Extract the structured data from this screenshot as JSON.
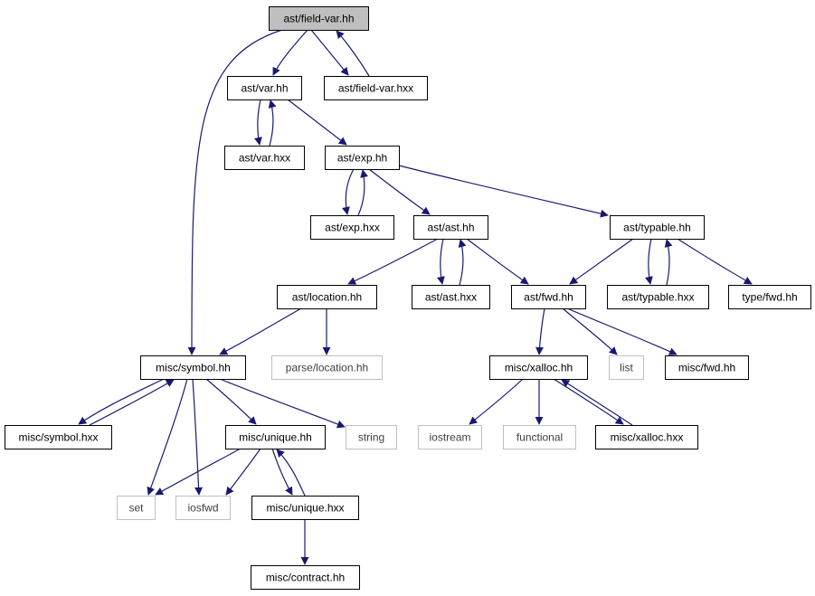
{
  "diagram": {
    "type": "include-dependency-graph",
    "colors": {
      "edge": "#191970",
      "root_fill": "#bfbfbf",
      "node_border": "#000000",
      "external_border": "#bfbfbf",
      "external_text": "#404040"
    },
    "nodes": [
      {
        "id": "field_var_hh",
        "label": "ast/field-var.hh",
        "kind": "root"
      },
      {
        "id": "var_hh",
        "label": "ast/var.hh",
        "kind": "file"
      },
      {
        "id": "field_var_hxx",
        "label": "ast/field-var.hxx",
        "kind": "file"
      },
      {
        "id": "var_hxx",
        "label": "ast/var.hxx",
        "kind": "file"
      },
      {
        "id": "exp_hh",
        "label": "ast/exp.hh",
        "kind": "file"
      },
      {
        "id": "exp_hxx",
        "label": "ast/exp.hxx",
        "kind": "file"
      },
      {
        "id": "ast_hh",
        "label": "ast/ast.hh",
        "kind": "file"
      },
      {
        "id": "typable_hh",
        "label": "ast/typable.hh",
        "kind": "file"
      },
      {
        "id": "location_hh",
        "label": "ast/location.hh",
        "kind": "file"
      },
      {
        "id": "ast_hxx",
        "label": "ast/ast.hxx",
        "kind": "file"
      },
      {
        "id": "fwd_hh",
        "label": "ast/fwd.hh",
        "kind": "file"
      },
      {
        "id": "typable_hxx",
        "label": "ast/typable.hxx",
        "kind": "file"
      },
      {
        "id": "type_fwd_hh",
        "label": "type/fwd.hh",
        "kind": "file"
      },
      {
        "id": "symbol_hh",
        "label": "misc/symbol.hh",
        "kind": "file"
      },
      {
        "id": "parse_location_hh",
        "label": "parse/location.hh",
        "kind": "external"
      },
      {
        "id": "xalloc_hh",
        "label": "misc/xalloc.hh",
        "kind": "file"
      },
      {
        "id": "list",
        "label": "list",
        "kind": "external"
      },
      {
        "id": "misc_fwd_hh",
        "label": "misc/fwd.hh",
        "kind": "file"
      },
      {
        "id": "symbol_hxx",
        "label": "misc/symbol.hxx",
        "kind": "file"
      },
      {
        "id": "unique_hh",
        "label": "misc/unique.hh",
        "kind": "file"
      },
      {
        "id": "string",
        "label": "string",
        "kind": "external"
      },
      {
        "id": "iostream",
        "label": "iostream",
        "kind": "external"
      },
      {
        "id": "functional",
        "label": "functional",
        "kind": "external"
      },
      {
        "id": "xalloc_hxx",
        "label": "misc/xalloc.hxx",
        "kind": "file"
      },
      {
        "id": "set",
        "label": "set",
        "kind": "external"
      },
      {
        "id": "iosfwd",
        "label": "iosfwd",
        "kind": "external"
      },
      {
        "id": "unique_hxx",
        "label": "misc/unique.hxx",
        "kind": "file"
      },
      {
        "id": "contract_hh",
        "label": "misc/contract.hh",
        "kind": "file"
      }
    ],
    "edges": [
      {
        "from": "field_var_hh",
        "to": "var_hh"
      },
      {
        "from": "field_var_hh",
        "to": "field_var_hxx"
      },
      {
        "from": "field_var_hxx",
        "to": "field_var_hh"
      },
      {
        "from": "field_var_hh",
        "to": "symbol_hh"
      },
      {
        "from": "var_hh",
        "to": "var_hxx"
      },
      {
        "from": "var_hxx",
        "to": "var_hh"
      },
      {
        "from": "var_hh",
        "to": "exp_hh"
      },
      {
        "from": "exp_hh",
        "to": "exp_hxx"
      },
      {
        "from": "exp_hxx",
        "to": "exp_hh"
      },
      {
        "from": "exp_hh",
        "to": "ast_hh"
      },
      {
        "from": "exp_hh",
        "to": "typable_hh"
      },
      {
        "from": "ast_hh",
        "to": "location_hh"
      },
      {
        "from": "ast_hh",
        "to": "ast_hxx"
      },
      {
        "from": "ast_hxx",
        "to": "ast_hh"
      },
      {
        "from": "ast_hh",
        "to": "fwd_hh"
      },
      {
        "from": "typable_hh",
        "to": "fwd_hh"
      },
      {
        "from": "typable_hh",
        "to": "typable_hxx"
      },
      {
        "from": "typable_hxx",
        "to": "typable_hh"
      },
      {
        "from": "typable_hh",
        "to": "type_fwd_hh"
      },
      {
        "from": "location_hh",
        "to": "symbol_hh"
      },
      {
        "from": "location_hh",
        "to": "parse_location_hh"
      },
      {
        "from": "fwd_hh",
        "to": "xalloc_hh"
      },
      {
        "from": "fwd_hh",
        "to": "list"
      },
      {
        "from": "fwd_hh",
        "to": "misc_fwd_hh"
      },
      {
        "from": "symbol_hh",
        "to": "symbol_hxx"
      },
      {
        "from": "symbol_hxx",
        "to": "symbol_hh"
      },
      {
        "from": "symbol_hh",
        "to": "unique_hh"
      },
      {
        "from": "symbol_hh",
        "to": "string"
      },
      {
        "from": "symbol_hh",
        "to": "set"
      },
      {
        "from": "symbol_hh",
        "to": "iosfwd"
      },
      {
        "from": "xalloc_hh",
        "to": "iostream"
      },
      {
        "from": "xalloc_hh",
        "to": "functional"
      },
      {
        "from": "xalloc_hh",
        "to": "xalloc_hxx"
      },
      {
        "from": "xalloc_hxx",
        "to": "xalloc_hh"
      },
      {
        "from": "unique_hh",
        "to": "set"
      },
      {
        "from": "unique_hh",
        "to": "iosfwd"
      },
      {
        "from": "unique_hh",
        "to": "unique_hxx"
      },
      {
        "from": "unique_hxx",
        "to": "unique_hh"
      },
      {
        "from": "unique_hxx",
        "to": "contract_hh"
      }
    ]
  }
}
